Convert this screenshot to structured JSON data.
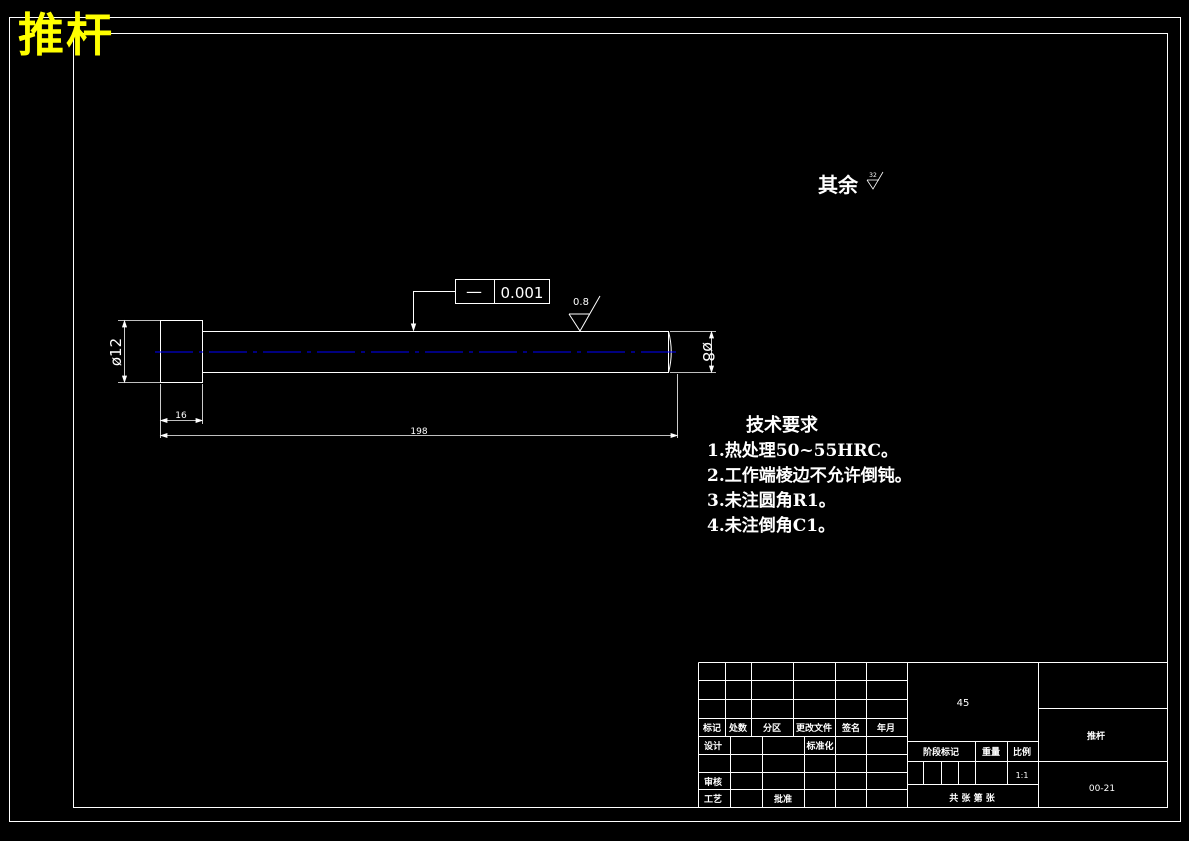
{
  "drawing": {
    "title": "推杆",
    "rest_roughness_note": "其余",
    "rest_roughness_value": "32",
    "flatness_symbol": "—",
    "flatness_value": "0.001",
    "roughness_value": "0.8",
    "dim_head_diameter": "ø12",
    "dim_shaft_diameter": "ø8",
    "dim_head_length": "16",
    "dim_total_length": "198"
  },
  "tech_requirements": {
    "title": "技术要求",
    "items": [
      "1.热处理50~55HRC。",
      "2.工作端棱边不允许倒钝。",
      "3.未注圆角R1。",
      "4.未注倒角C1。"
    ]
  },
  "title_block": {
    "hdr_mark": "标记",
    "hdr_count": "处数",
    "hdr_zone": "分区",
    "hdr_change_doc": "更改文件",
    "hdr_sign": "签名",
    "hdr_date": "年月",
    "design": "设计",
    "standardize": "标准化",
    "review": "审核",
    "process": "工艺",
    "approve": "批准",
    "material": "45",
    "stage_mark": "阶段标记",
    "weight": "重量",
    "scale_label": "比例",
    "scale_value": "1:1",
    "sheets": "共   张   第   张",
    "part_name": "推杆",
    "drawing_no": "00-21"
  },
  "colors": {
    "line": "#ffffff",
    "title": "#ffff00",
    "centerline": "#0000ff"
  }
}
